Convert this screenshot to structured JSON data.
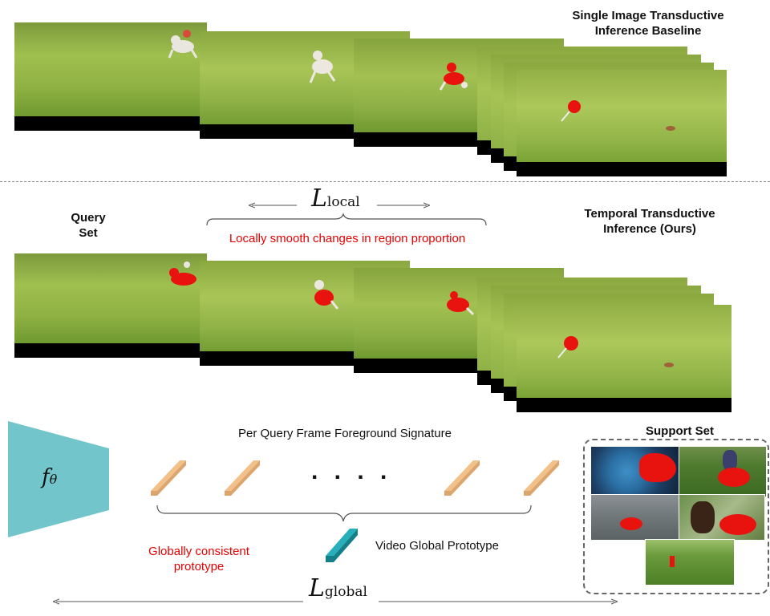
{
  "labels": {
    "baseline_line1": "Single Image Transductive",
    "baseline_line2": "Inference Baseline",
    "query_line1": "Query",
    "query_line2": "Set",
    "ours_line1": "Temporal Transductive",
    "ours_line2": "Inference (Ours)",
    "local_note": "Locally smooth changes in region proportion",
    "signature": "Per Query Frame Foreground Signature",
    "support": "Support Set",
    "global_note_line1": "Globally consistent",
    "global_note_line2": "prototype",
    "video_prototype": "Video Global Prototype",
    "ellipsis": ". . . ."
  },
  "math": {
    "local_main": "L",
    "local_sub": "local",
    "global_main": "L",
    "global_sub": "global",
    "encoder_main": "f",
    "encoder_sub": "θ"
  },
  "colors": {
    "grass_light": "#9cb84a",
    "grass_dark": "#5f8a2a",
    "segmentation": "#e8120f",
    "encoder": "#72c5cb",
    "signature_bar": "#f2c089",
    "prototype_bar": "#1d9aa6",
    "highlight_text": "#e60000"
  },
  "icons": {
    "encoder": "trapezoid-encoder-icon",
    "frame_signature": "cuboid-bar-icon",
    "global_prototype": "teal-cuboid-icon"
  }
}
